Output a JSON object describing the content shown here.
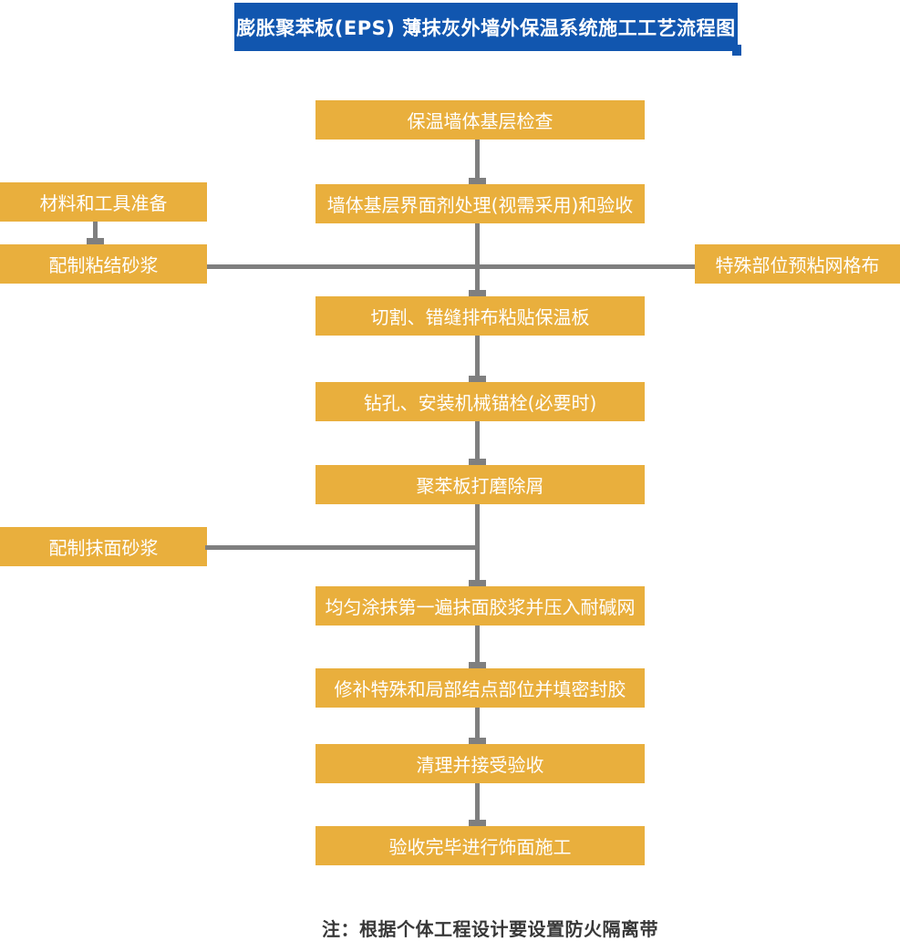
{
  "title": "膨胀聚苯板(EPS) 薄抹灰外墙外保温系统施工工艺流程图",
  "steps": [
    "保温墙体基层检查",
    "墙体基层界面剂处理(视需采用)和验收",
    "切割、错缝排布粘贴保温板",
    "钻孔、安装机械锚栓(必要时)",
    "聚苯板打磨除屑",
    "均匀涂抹第一遍抹面胶浆并压入耐碱网",
    "修补特殊和局部结点部位并填密封胶",
    "清理并接受验收",
    "验收完毕进行饰面施工"
  ],
  "side": {
    "left_top": "材料和工具准备",
    "left_mid": "配制粘结砂浆",
    "left_bottom": "配制抹面砂浆",
    "right": "特殊部位预粘网格布"
  },
  "note": "注：根据个体工程设计要设置防火隔离带",
  "colors": {
    "title_blue": "#1156AF",
    "node_orange": "#E9AF3D",
    "connector_gray": "#7F7F7F",
    "node_text": "#FFFFFF",
    "note_text": "#383838"
  }
}
